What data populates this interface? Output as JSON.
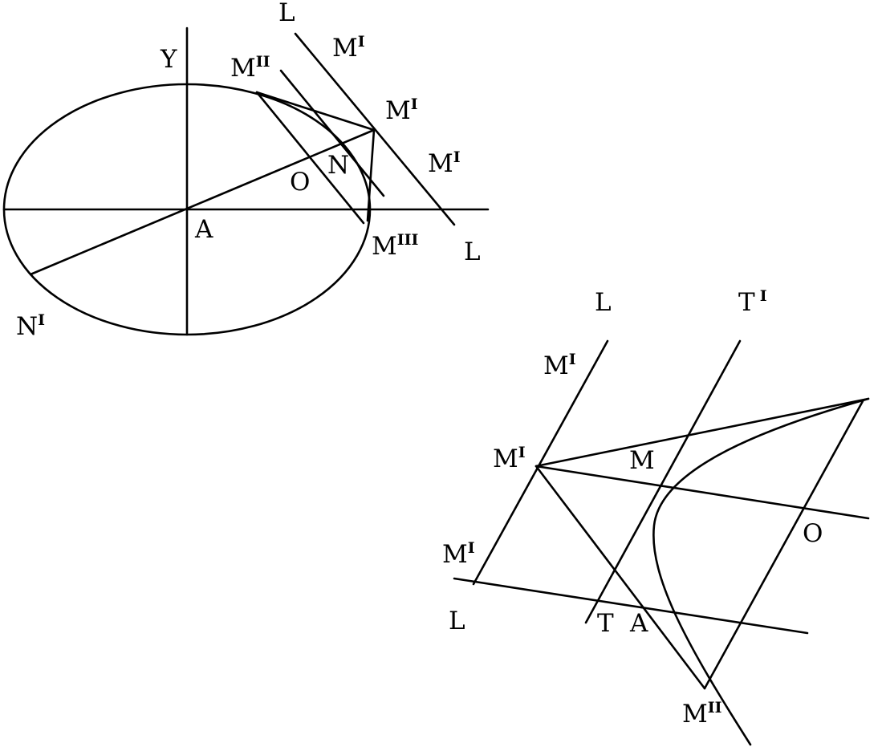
{
  "figure_left": {
    "labels": {
      "y_axis": {
        "base": "Y",
        "sup": ""
      },
      "line_top": {
        "base": "L",
        "sup": ""
      },
      "m1_upper": {
        "base": "M",
        "sup": "I"
      },
      "m2": {
        "base": "M",
        "sup": "II"
      },
      "m1_vertex": {
        "base": "M",
        "sup": "I"
      },
      "m1_right": {
        "base": "M",
        "sup": "I"
      },
      "n": {
        "base": "N",
        "sup": ""
      },
      "o": {
        "base": "O",
        "sup": ""
      },
      "a": {
        "base": "A",
        "sup": ""
      },
      "m3": {
        "base": "M",
        "sup": "III"
      },
      "line_bottom": {
        "base": "L",
        "sup": ""
      },
      "n1": {
        "base": "N",
        "sup": "I"
      }
    }
  },
  "figure_right": {
    "labels": {
      "line_top": {
        "base": "L",
        "sup": ""
      },
      "t1": {
        "base": "T",
        "sup": "I"
      },
      "m1_upper": {
        "base": "M",
        "sup": "I"
      },
      "m1_vertex": {
        "base": "M",
        "sup": "I"
      },
      "m": {
        "base": "M",
        "sup": ""
      },
      "o": {
        "base": "O",
        "sup": ""
      },
      "m1_lower": {
        "base": "M",
        "sup": "I"
      },
      "line_bottom": {
        "base": "L",
        "sup": ""
      },
      "t": {
        "base": "T",
        "sup": ""
      },
      "a": {
        "base": "A",
        "sup": ""
      },
      "m2": {
        "base": "M",
        "sup": "II"
      }
    }
  }
}
